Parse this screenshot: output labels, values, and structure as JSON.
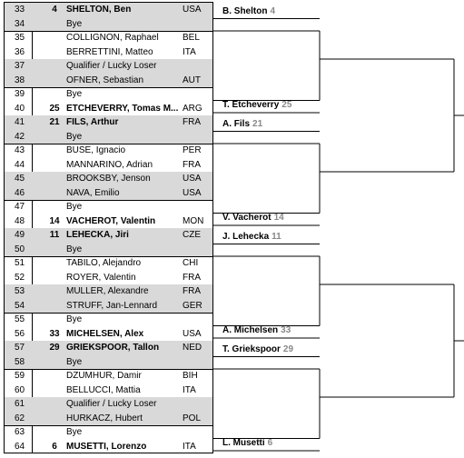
{
  "draw": {
    "rows": [
      {
        "num": "33",
        "seed": "4",
        "name": "SHELTON, Ben",
        "cc": "USA",
        "bold": true
      },
      {
        "num": "34",
        "seed": "",
        "name": "Bye",
        "cc": "",
        "bold": false
      },
      {
        "num": "35",
        "seed": "",
        "name": "COLLIGNON, Raphael",
        "cc": "BEL",
        "bold": false
      },
      {
        "num": "36",
        "seed": "",
        "name": "BERRETTINI, Matteo",
        "cc": "ITA",
        "bold": false
      },
      {
        "num": "37",
        "seed": "",
        "name": "Qualifier / Lucky Loser",
        "cc": "",
        "bold": false
      },
      {
        "num": "38",
        "seed": "",
        "name": "OFNER, Sebastian",
        "cc": "AUT",
        "bold": false
      },
      {
        "num": "39",
        "seed": "",
        "name": "Bye",
        "cc": "",
        "bold": false
      },
      {
        "num": "40",
        "seed": "25",
        "name": "ETCHEVERRY, Tomas M...",
        "cc": "ARG",
        "bold": true
      },
      {
        "num": "41",
        "seed": "21",
        "name": "FILS, Arthur",
        "cc": "FRA",
        "bold": true
      },
      {
        "num": "42",
        "seed": "",
        "name": "Bye",
        "cc": "",
        "bold": false
      },
      {
        "num": "43",
        "seed": "",
        "name": "BUSE, Ignacio",
        "cc": "PER",
        "bold": false
      },
      {
        "num": "44",
        "seed": "",
        "name": "MANNARINO, Adrian",
        "cc": "FRA",
        "bold": false
      },
      {
        "num": "45",
        "seed": "",
        "name": "BROOKSBY, Jenson",
        "cc": "USA",
        "bold": false
      },
      {
        "num": "46",
        "seed": "",
        "name": "NAVA, Emilio",
        "cc": "USA",
        "bold": false
      },
      {
        "num": "47",
        "seed": "",
        "name": "Bye",
        "cc": "",
        "bold": false
      },
      {
        "num": "48",
        "seed": "14",
        "name": "VACHEROT, Valentin",
        "cc": "MON",
        "bold": true
      },
      {
        "num": "49",
        "seed": "11",
        "name": "LEHECKA, Jiri",
        "cc": "CZE",
        "bold": true
      },
      {
        "num": "50",
        "seed": "",
        "name": "Bye",
        "cc": "",
        "bold": false
      },
      {
        "num": "51",
        "seed": "",
        "name": "TABILO, Alejandro",
        "cc": "CHI",
        "bold": false
      },
      {
        "num": "52",
        "seed": "",
        "name": "ROYER, Valentin",
        "cc": "FRA",
        "bold": false
      },
      {
        "num": "53",
        "seed": "",
        "name": "MULLER, Alexandre",
        "cc": "FRA",
        "bold": false
      },
      {
        "num": "54",
        "seed": "",
        "name": "STRUFF, Jan-Lennard",
        "cc": "GER",
        "bold": false
      },
      {
        "num": "55",
        "seed": "",
        "name": "Bye",
        "cc": "",
        "bold": false
      },
      {
        "num": "56",
        "seed": "33",
        "name": "MICHELSEN, Alex",
        "cc": "USA",
        "bold": true
      },
      {
        "num": "57",
        "seed": "29",
        "name": "GRIEKSPOOR, Tallon",
        "cc": "NED",
        "bold": true
      },
      {
        "num": "58",
        "seed": "",
        "name": "Bye",
        "cc": "",
        "bold": false
      },
      {
        "num": "59",
        "seed": "",
        "name": "DZUMHUR, Damir",
        "cc": "BIH",
        "bold": false
      },
      {
        "num": "60",
        "seed": "",
        "name": "BELLUCCI, Mattia",
        "cc": "ITA",
        "bold": false
      },
      {
        "num": "61",
        "seed": "",
        "name": "Qualifier / Lucky Loser",
        "cc": "",
        "bold": false
      },
      {
        "num": "62",
        "seed": "",
        "name": "HURKACZ, Hubert",
        "cc": "POL",
        "bold": false
      },
      {
        "num": "63",
        "seed": "",
        "name": "Bye",
        "cc": "",
        "bold": false
      },
      {
        "num": "64",
        "seed": "6",
        "name": "MUSETTI, Lorenzo",
        "cc": "ITA",
        "bold": true
      }
    ],
    "round2_winners": [
      {
        "name": "B. Shelton",
        "seed": "4"
      },
      {
        "name": "T. Etcheverry",
        "seed": "25"
      },
      {
        "name": "A. Fils",
        "seed": "21"
      },
      {
        "name": "V. Vacherot",
        "seed": "14"
      },
      {
        "name": "J. Lehecka",
        "seed": "11"
      },
      {
        "name": "A. Michelsen",
        "seed": "33"
      },
      {
        "name": "T. Griekspoor",
        "seed": "29"
      },
      {
        "name": "L. Musetti",
        "seed": "6"
      }
    ],
    "colors": {
      "shaded_row": "#d9d9d9",
      "seed_grey": "#888888",
      "line": "#000000"
    }
  }
}
